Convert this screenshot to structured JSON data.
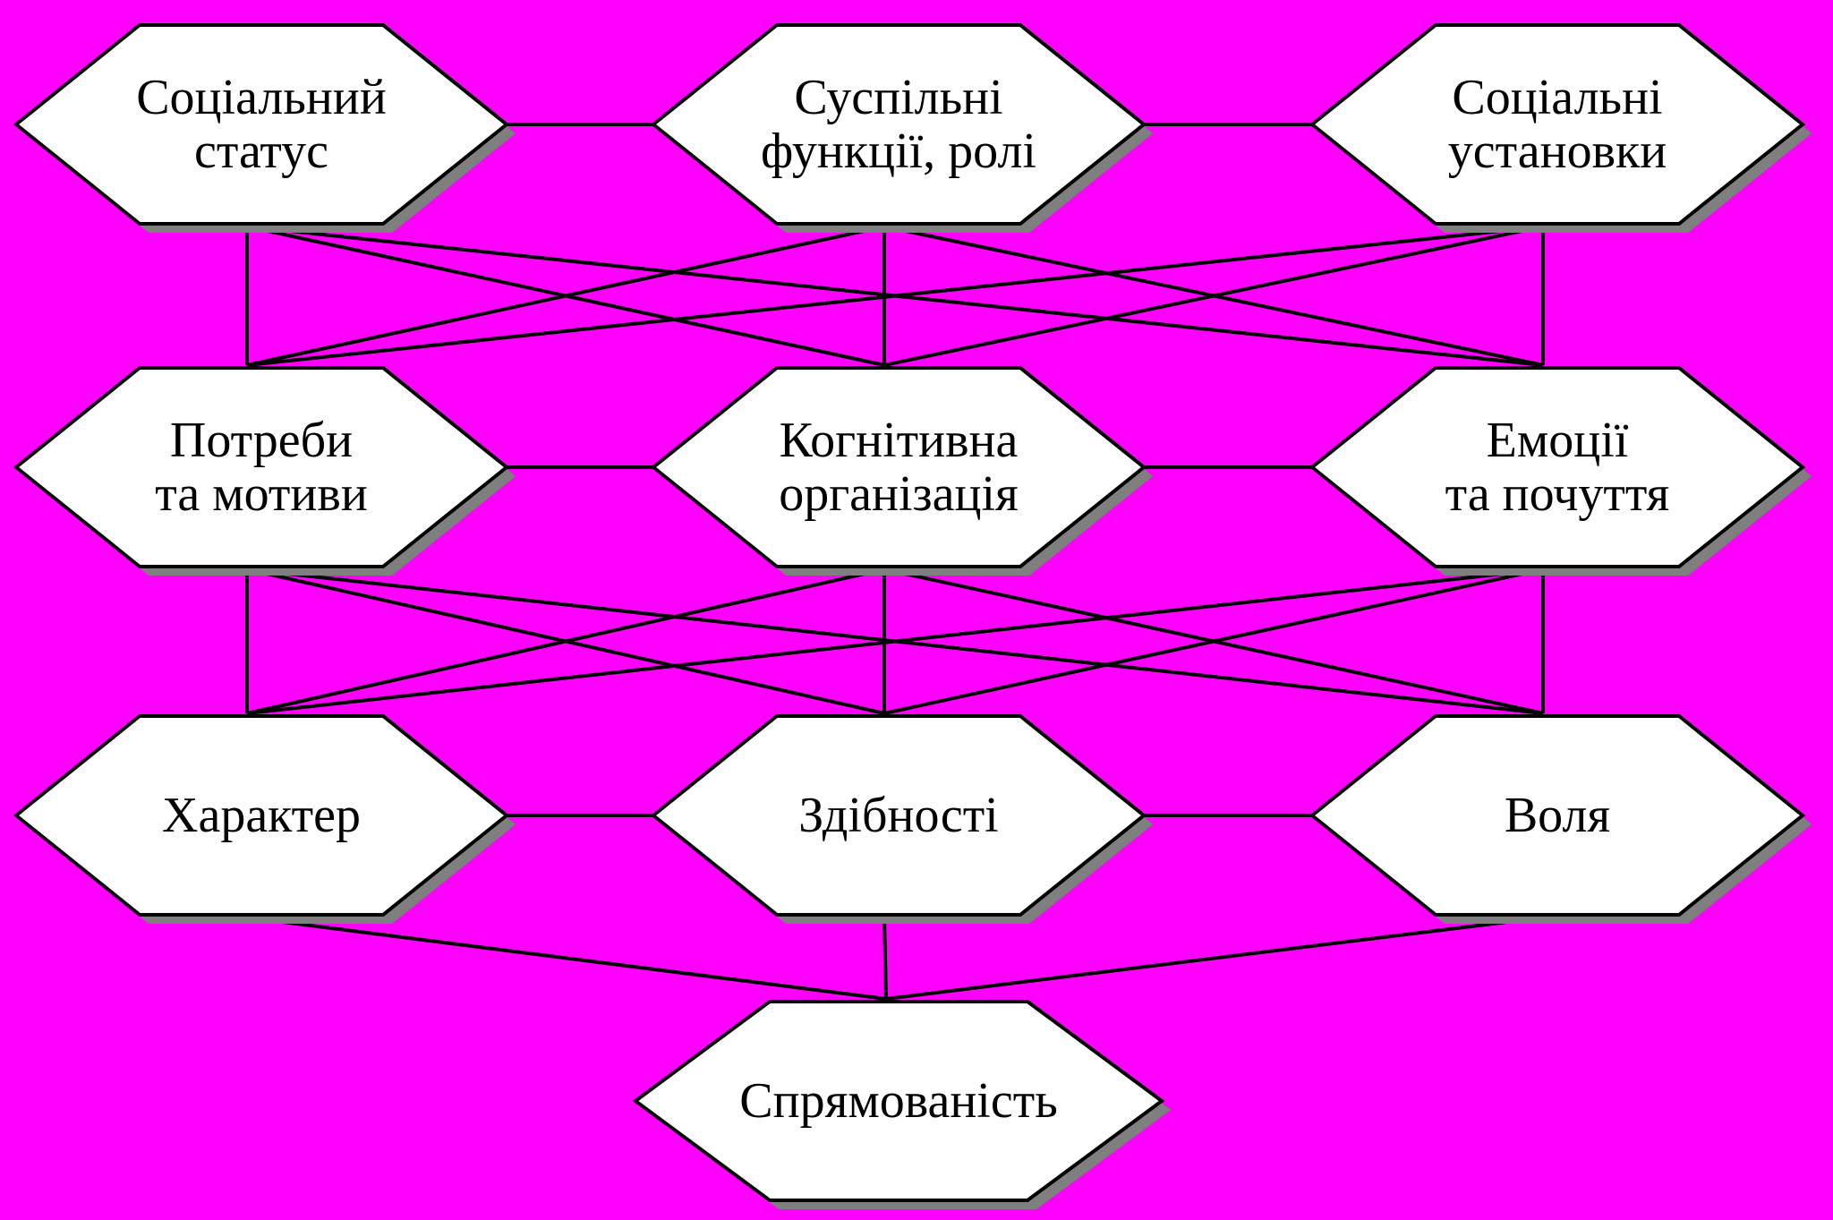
{
  "diagram": {
    "background_color": "#ff00ff",
    "node_fill": "#ffffff",
    "node_stroke": "#000000",
    "shadow_color": "#7f7f7f",
    "nodes": [
      {
        "id": "social-status",
        "lines": [
          "Соціальний",
          "статус"
        ]
      },
      {
        "id": "social-functions-roles",
        "lines": [
          "Суспільні",
          "функції, ролі"
        ]
      },
      {
        "id": "social-attitudes",
        "lines": [
          "Соціальні",
          "установки"
        ]
      },
      {
        "id": "needs-motives",
        "lines": [
          "Потреби",
          "та мотиви"
        ]
      },
      {
        "id": "cognitive-organization",
        "lines": [
          "Когнітивна",
          "організація"
        ]
      },
      {
        "id": "emotions-feelings",
        "lines": [
          "Емоції",
          "та почуття"
        ]
      },
      {
        "id": "character",
        "lines": [
          "Характер"
        ]
      },
      {
        "id": "abilities",
        "lines": [
          "Здібності"
        ]
      },
      {
        "id": "will",
        "lines": [
          "Воля"
        ]
      },
      {
        "id": "orientation",
        "lines": [
          "Спрямованість"
        ]
      }
    ],
    "edges": [
      [
        "social-status",
        "social-functions-roles"
      ],
      [
        "social-functions-roles",
        "social-attitudes"
      ],
      [
        "social-status",
        "needs-motives"
      ],
      [
        "social-status",
        "cognitive-organization"
      ],
      [
        "social-status",
        "emotions-feelings"
      ],
      [
        "social-functions-roles",
        "needs-motives"
      ],
      [
        "social-functions-roles",
        "cognitive-organization"
      ],
      [
        "social-functions-roles",
        "emotions-feelings"
      ],
      [
        "social-attitudes",
        "needs-motives"
      ],
      [
        "social-attitudes",
        "cognitive-organization"
      ],
      [
        "social-attitudes",
        "emotions-feelings"
      ],
      [
        "needs-motives",
        "cognitive-organization"
      ],
      [
        "cognitive-organization",
        "emotions-feelings"
      ],
      [
        "needs-motives",
        "character"
      ],
      [
        "needs-motives",
        "abilities"
      ],
      [
        "needs-motives",
        "will"
      ],
      [
        "cognitive-organization",
        "character"
      ],
      [
        "cognitive-organization",
        "abilities"
      ],
      [
        "cognitive-organization",
        "will"
      ],
      [
        "emotions-feelings",
        "character"
      ],
      [
        "emotions-feelings",
        "abilities"
      ],
      [
        "emotions-feelings",
        "will"
      ],
      [
        "character",
        "abilities"
      ],
      [
        "abilities",
        "will"
      ],
      [
        "character",
        "orientation"
      ],
      [
        "abilities",
        "orientation"
      ],
      [
        "will",
        "orientation"
      ]
    ]
  }
}
